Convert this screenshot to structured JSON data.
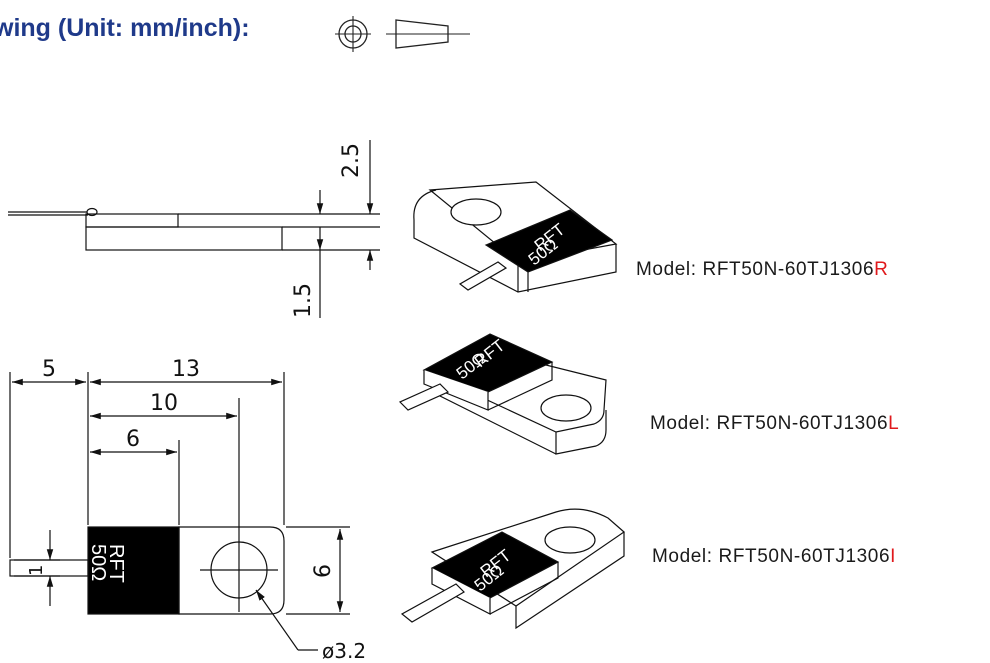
{
  "heading": "wing (Unit: mm/inch):",
  "dimensions": {
    "side_top": "2.5",
    "side_bottom": "1.5",
    "d5": "5",
    "d13": "13",
    "d10": "10",
    "d6": "6",
    "d1": "1",
    "d6_right": "6",
    "hole": "ø3.2"
  },
  "chip_label": {
    "line1": "RFT",
    "line2": "50Ω"
  },
  "models": [
    {
      "prefix": "Model:  RFT50N-60TJ1306",
      "suffix": "R"
    },
    {
      "prefix": "Model:  RFT50N-60TJ1306",
      "suffix": "L"
    },
    {
      "prefix": "Model:  RFT50N-60TJ1306",
      "suffix": "I"
    }
  ],
  "colors": {
    "heading": "#1f3a8a",
    "suffix": "#e0191c",
    "ink": "#111111"
  },
  "icons": [
    "projection-circle-icon",
    "projection-cone-icon"
  ]
}
